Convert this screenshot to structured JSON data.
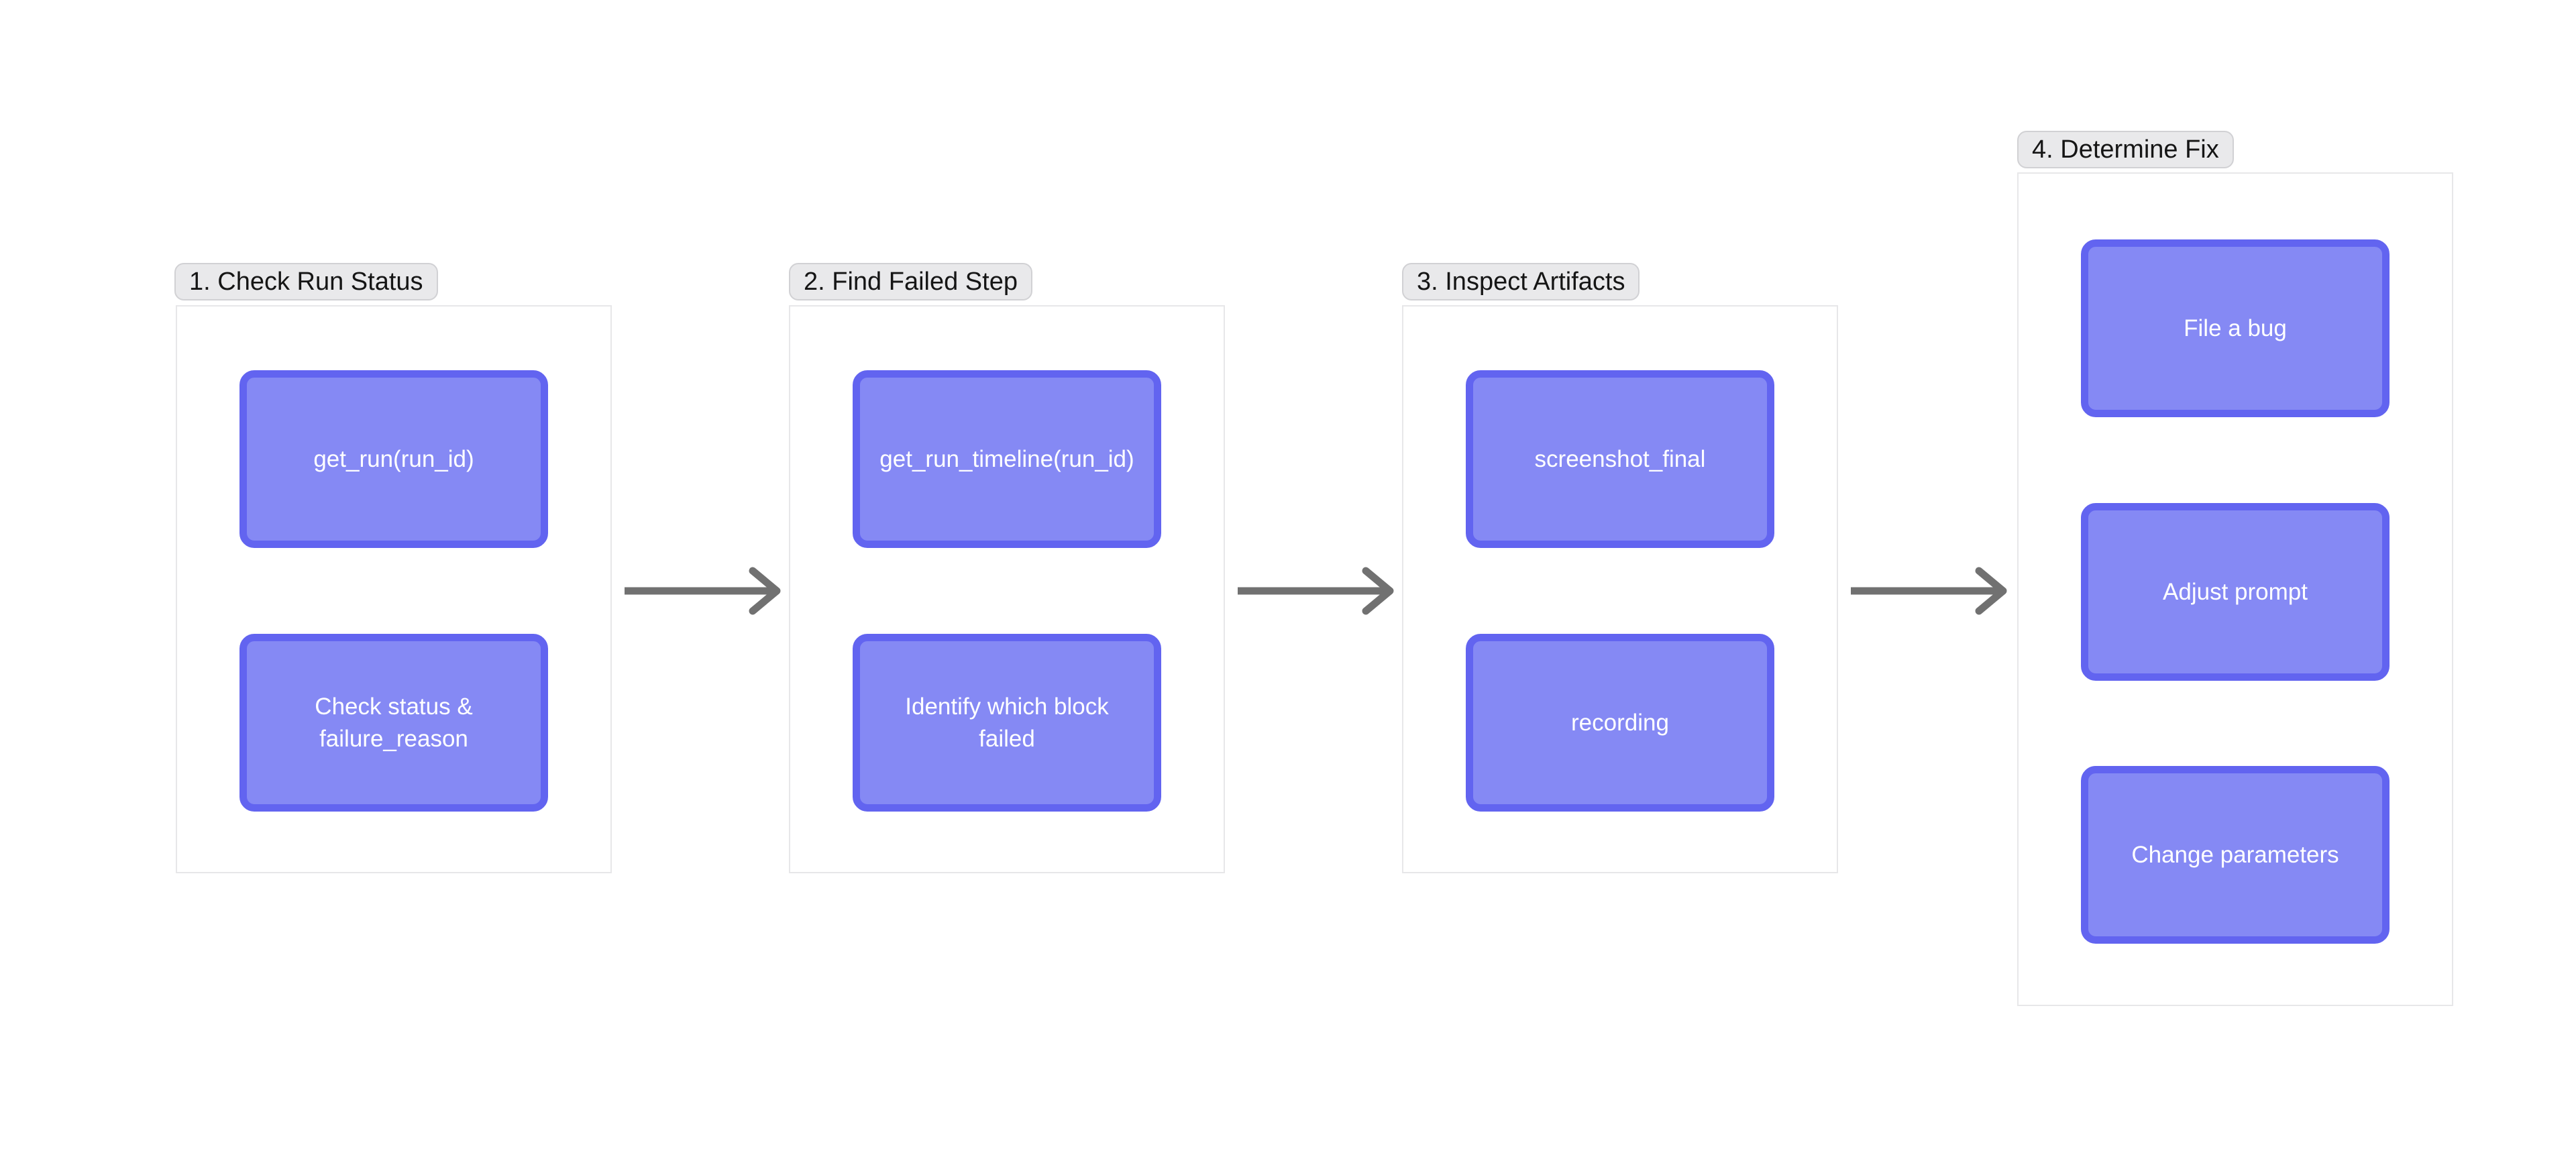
{
  "theme": {
    "background": "#ffffff",
    "node_fill": "#8589f4",
    "node_border": "#6264f0",
    "node_text": "#ffffff",
    "group_label_bg": "#e9e9eb",
    "group_label_border": "#d1d1d4",
    "group_label_text": "#151515",
    "group_container_bg": "#ffffff",
    "group_container_border": "#e7e7e9",
    "arrow_color": "#717171"
  },
  "groups": [
    {
      "label": "1. Check Run Status",
      "nodes": [
        "get_run(run_id)",
        "Check status &\nfailure_reason"
      ]
    },
    {
      "label": "2. Find Failed Step",
      "nodes": [
        "get_run_timeline(run_id)",
        "Identify which block\nfailed"
      ]
    },
    {
      "label": "3. Inspect Artifacts",
      "nodes": [
        "screenshot_final",
        "recording"
      ]
    },
    {
      "label": "4. Determine Fix",
      "nodes": [
        "File a bug",
        "Adjust prompt",
        "Change parameters"
      ]
    }
  ],
  "arrows": [
    {
      "name": "arrow-1",
      "from": "1. Check Run Status",
      "to": "2. Find Failed Step"
    },
    {
      "name": "arrow-2",
      "from": "2. Find Failed Step",
      "to": "3. Inspect Artifacts"
    },
    {
      "name": "arrow-3",
      "from": "3. Inspect Artifacts",
      "to": "4. Determine Fix"
    }
  ]
}
